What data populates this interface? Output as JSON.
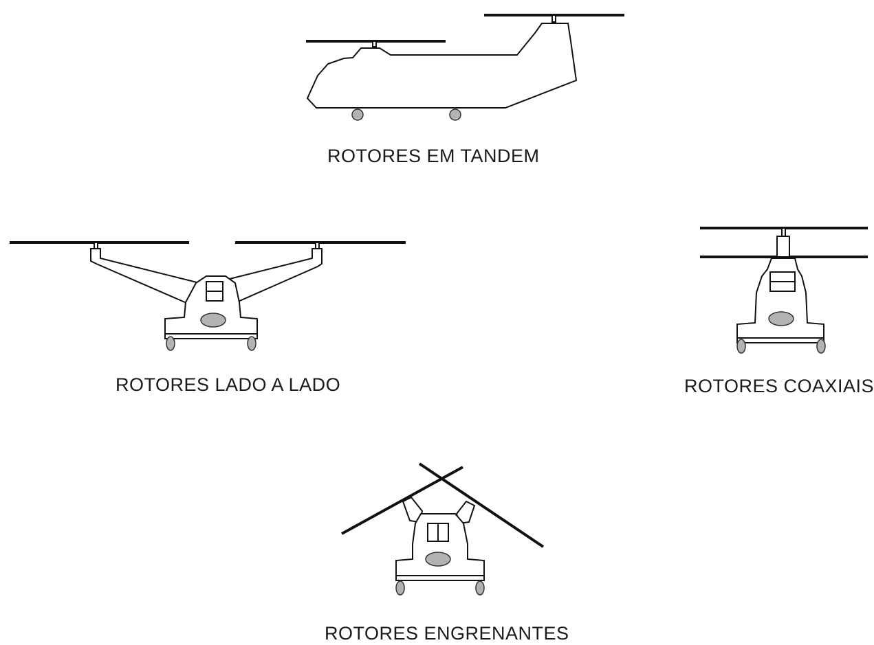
{
  "labels": {
    "tandem": "ROTORES EM TANDEM",
    "side_by_side": "ROTORES LADO A LADO",
    "coaxial": "ROTORES COAXIAIS",
    "intermeshing": "ROTORES ENGRENANTES"
  },
  "colors": {
    "line": "#111111",
    "fill_gray": "#b3b3b3",
    "background": "#ffffff"
  }
}
